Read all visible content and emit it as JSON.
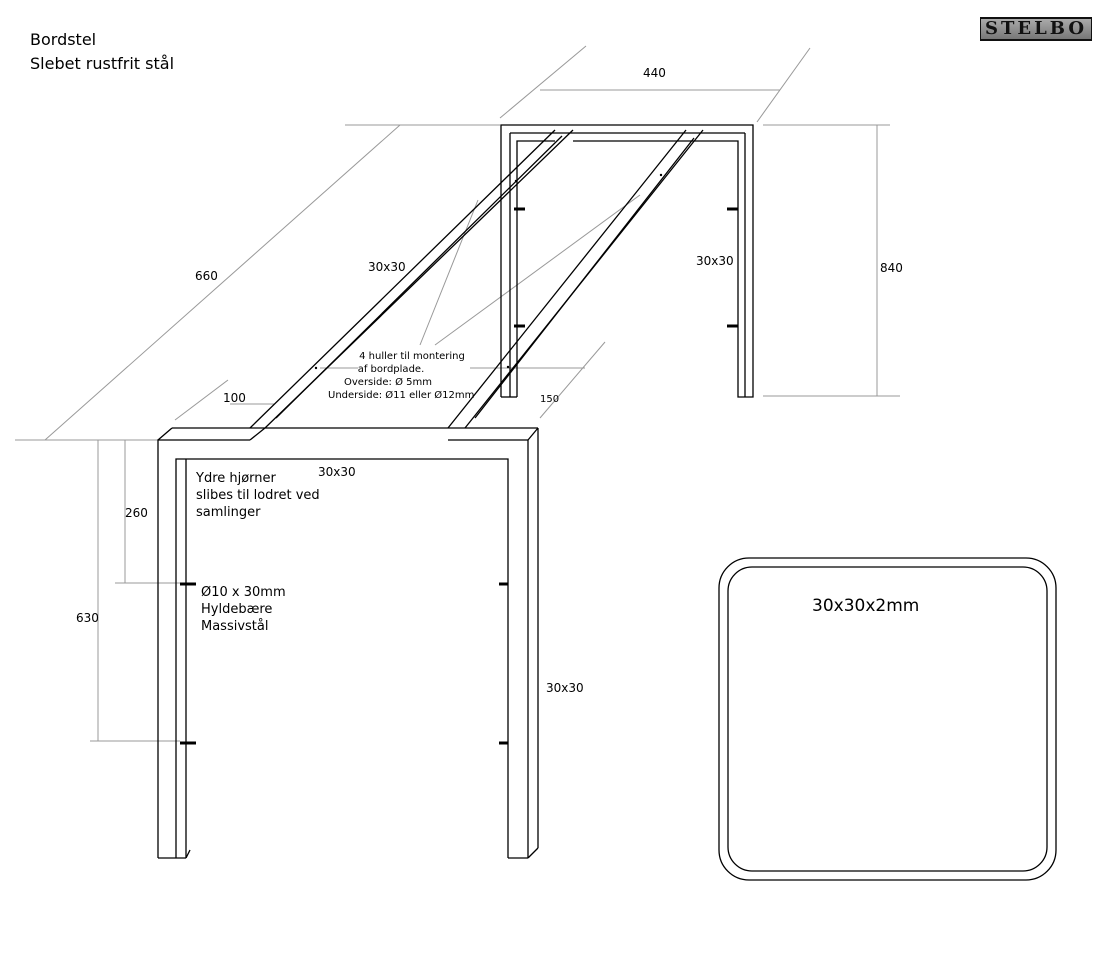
{
  "title": {
    "line1": "Bordstel",
    "line2": "Slebet rustfrit stål"
  },
  "logo": "STELBO",
  "dimensions": {
    "width": "440",
    "length": "660",
    "height_back": "840",
    "offset_front": "100",
    "offset_back": "150",
    "pin_top": "260",
    "pin_spacing": "630"
  },
  "profiles": {
    "rail_left": "30x30",
    "back_leg": "30x30",
    "front_top": "30x30",
    "front_leg": "30x30",
    "section": "30x30x2mm"
  },
  "notes": {
    "holes": [
      "4 huller til montering",
      "af bordplade.",
      "Overside: Ø 5mm",
      "Underside: Ø11 eller Ø12mm"
    ],
    "corners": [
      "Ydre hjørner",
      "slibes til lodret ved",
      "samlinger"
    ],
    "pins": [
      "Ø10 x 30mm",
      "Hyldebære",
      "Massivstål"
    ]
  }
}
